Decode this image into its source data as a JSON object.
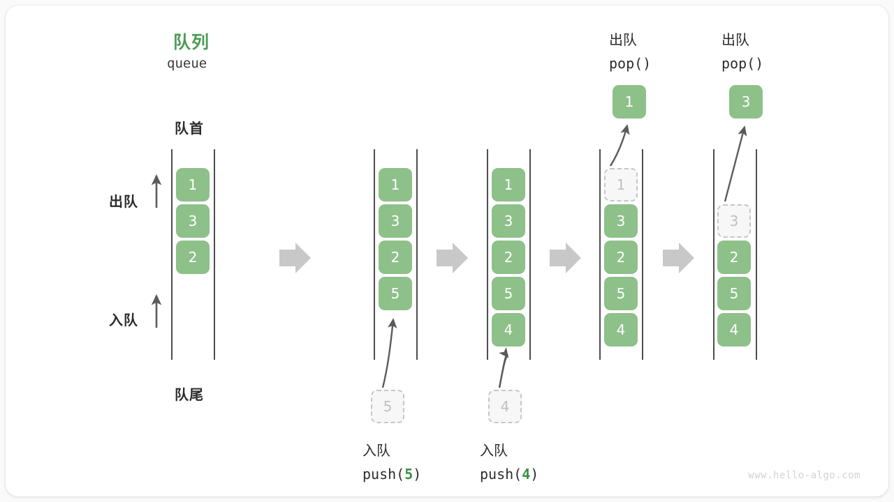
{
  "diagram": {
    "title_cn": "队列",
    "title_en": "queue",
    "head_label": "队首",
    "tail_label": "队尾",
    "side_labels": {
      "dequeue": "出队",
      "enqueue": "入队"
    },
    "watermark": "www.hello-algo.com",
    "colors": {
      "accent_green": "#4a9b55",
      "cell_green": "#8ec08a",
      "ghost_fill": "#f7f7f7",
      "ghost_border": "#c6c6c6",
      "rail": "#4d4d4d",
      "step_arrow": "#c8c8c8",
      "curve_arrow": "#5b5b5b",
      "text": "#2b2b2b",
      "card_bg": "#ffffff",
      "page_bg": "#fafafa"
    }
  },
  "steps": [
    {
      "id": "initial",
      "cells": [
        {
          "value": "1",
          "ghost": false
        },
        {
          "value": "3",
          "ghost": false
        },
        {
          "value": "2",
          "ghost": false
        }
      ],
      "top_box": null,
      "bottom_box": null,
      "caption_cn": null,
      "caption_code_prefix": null,
      "caption_code_arg": null,
      "caption_code_suffix": null
    },
    {
      "id": "push-5",
      "cells": [
        {
          "value": "1",
          "ghost": false
        },
        {
          "value": "3",
          "ghost": false
        },
        {
          "value": "2",
          "ghost": false
        },
        {
          "value": "5",
          "ghost": false
        }
      ],
      "top_box": null,
      "bottom_box": {
        "value": "5",
        "ghost": true
      },
      "caption_cn": "入队",
      "caption_code_prefix": "push(",
      "caption_code_arg": "5",
      "caption_code_suffix": ")"
    },
    {
      "id": "push-4",
      "cells": [
        {
          "value": "1",
          "ghost": false
        },
        {
          "value": "3",
          "ghost": false
        },
        {
          "value": "2",
          "ghost": false
        },
        {
          "value": "5",
          "ghost": false
        },
        {
          "value": "4",
          "ghost": false
        }
      ],
      "top_box": null,
      "bottom_box": {
        "value": "4",
        "ghost": true
      },
      "caption_cn": "入队",
      "caption_code_prefix": "push(",
      "caption_code_arg": "4",
      "caption_code_suffix": ")"
    },
    {
      "id": "pop-1",
      "cells": [
        {
          "value": "1",
          "ghost": true
        },
        {
          "value": "3",
          "ghost": false
        },
        {
          "value": "2",
          "ghost": false
        },
        {
          "value": "5",
          "ghost": false
        },
        {
          "value": "4",
          "ghost": false
        }
      ],
      "top_box": {
        "value": "1",
        "ghost": false
      },
      "bottom_box": null,
      "caption_cn": "出队",
      "caption_code_prefix": "pop()",
      "caption_code_arg": null,
      "caption_code_suffix": null
    },
    {
      "id": "pop-3",
      "cells": [
        {
          "value": "",
          "ghost": null
        },
        {
          "value": "3",
          "ghost": true
        },
        {
          "value": "2",
          "ghost": false
        },
        {
          "value": "5",
          "ghost": false
        },
        {
          "value": "4",
          "ghost": false
        }
      ],
      "top_box": {
        "value": "3",
        "ghost": false
      },
      "bottom_box": null,
      "caption_cn": "出队",
      "caption_code_prefix": "pop()",
      "caption_code_arg": null,
      "caption_code_suffix": null
    }
  ]
}
